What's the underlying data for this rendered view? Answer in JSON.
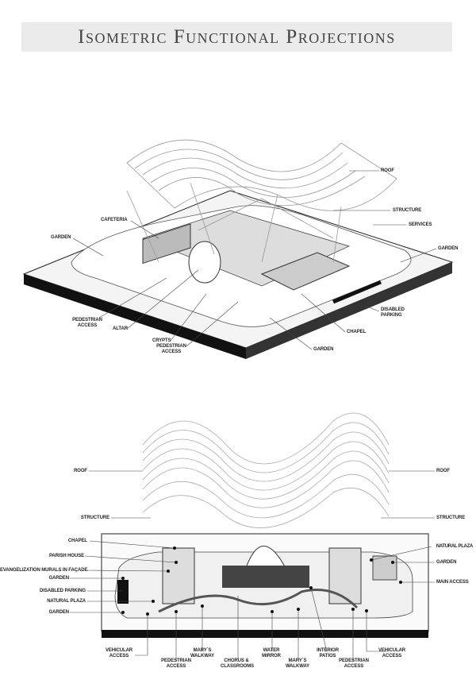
{
  "title": "Isometric Functional Projections",
  "top_projection": {
    "labels": {
      "roof": "ROOF",
      "structure": "STRUCTURE",
      "services": "SERVICES",
      "garden_right": "GARDEN",
      "cafeteria": "CAFETERIA",
      "garden_left": "GARDEN",
      "pedestrian_access_1": "PEDESTRIAN ACCESS",
      "altar": "ALTAR",
      "crypts": "CRYPTS",
      "pedestrian_access_2": "PEDESTRIAN ACCESS",
      "chapel": "CHAPEL",
      "disabled_parking": "DISABLED PARKING",
      "garden_bottom": "GARDEN"
    }
  },
  "bottom_projection": {
    "labels": {
      "roof_left": "ROOF",
      "roof_right": "ROOF",
      "structure_left": "STRUCTURE",
      "structure_right": "STRUCTURE",
      "chapel": "CHAPEL",
      "parish_house": "PARISH HOUSE",
      "murals": "EVANGELIZATION MURALS IN FAÇADE",
      "garden_1": "GARDEN",
      "disabled_parking": "DISABLED PARKING",
      "natural_plaza_left": "NATURAL PLAZA",
      "garden_2": "GARDEN",
      "natural_plaza_right": "NATURAL PLAZA",
      "garden_right": "GARDEN",
      "main_access": "MAIN ACCESS",
      "vehicular_access_left": "VEHICULAR ACCESS",
      "pedestrian_access_left": "PEDESTRIAN ACCESS",
      "marys_walkway_left": "MARY´S WALKWAY",
      "chorus_classrooms": "CHORUS & CLASSROOMS",
      "water_mirror": "WATER MIRROR",
      "marys_walkway_right": "MARY´S WALKWAY",
      "interior_patios": "INTERIOR PATIOS",
      "pedestrian_access_right": "PEDESTRIAN ACCESS",
      "vehicular_access_right": "VEHICULAR ACCESS"
    }
  }
}
